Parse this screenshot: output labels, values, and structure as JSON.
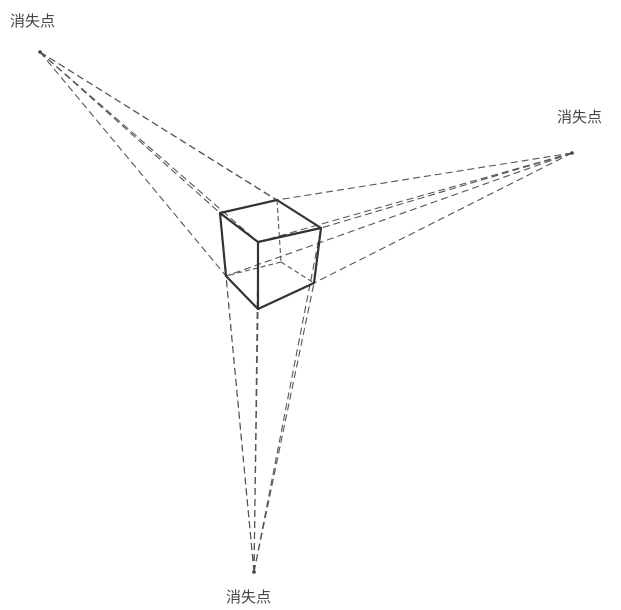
{
  "diagram": {
    "labels": {
      "top_left": "消失点",
      "right": "消失点",
      "bottom": "消失点"
    }
  }
}
